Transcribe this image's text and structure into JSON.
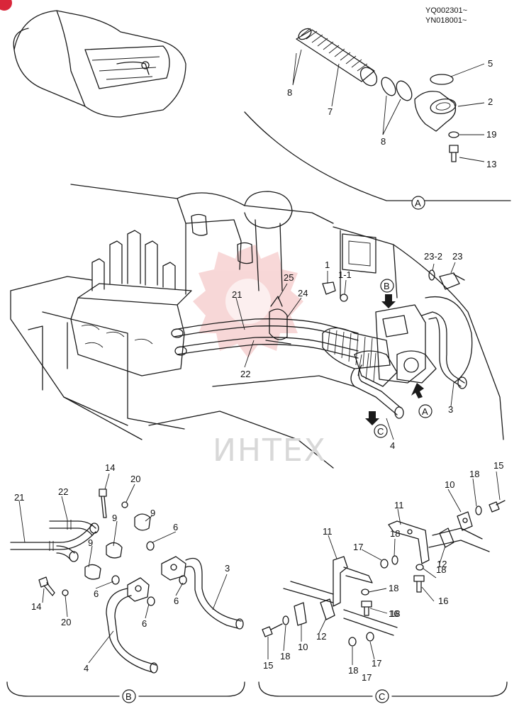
{
  "serial_lines": [
    "YQ002301~",
    "YN018001~"
  ],
  "watermark": "ИНТЕХ",
  "detail_markers": [
    "A",
    "B",
    "C"
  ],
  "callouts": {
    "top_detail": [
      "8",
      "7",
      "5",
      "2",
      "19",
      "13",
      "8"
    ],
    "main_view": [
      "1",
      "1-1",
      "23-2",
      "23",
      "25",
      "24",
      "21",
      "22",
      "3",
      "4",
      "B",
      "A",
      "C"
    ],
    "detail_b": [
      "14",
      "20",
      "9",
      "22",
      "21",
      "9",
      "9",
      "6",
      "6",
      "3",
      "14",
      "20",
      "6",
      "6",
      "4"
    ],
    "detail_c": [
      "15",
      "18",
      "10",
      "11",
      "11",
      "18",
      "17",
      "18",
      "12",
      "18",
      "16",
      "18",
      "16",
      "17",
      "12",
      "10",
      "15",
      "18",
      "18",
      "17"
    ]
  },
  "colors": {
    "line": "#1a1a1a",
    "watermark": "#f2b8b8",
    "page": "#ffffff",
    "badge": "#d9263a"
  }
}
